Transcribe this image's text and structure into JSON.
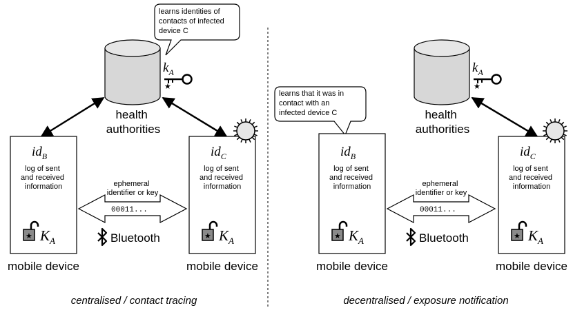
{
  "left": {
    "server_label_line1": "health",
    "server_label_line2": "authorities",
    "server_key_base": "k",
    "server_key_sub": "A",
    "callout_lines": [
      "learns identities of",
      "contacts of infected",
      "device C"
    ],
    "device_b": {
      "id_base": "id",
      "id_sub": "B",
      "log_lines": [
        "log of sent",
        "and received",
        "information"
      ],
      "key_base": "K",
      "key_sub": "A",
      "label": "mobile device"
    },
    "device_c": {
      "id_base": "id",
      "id_sub": "C",
      "log_lines": [
        "log of sent",
        "and received",
        "information"
      ],
      "key_base": "K",
      "key_sub": "A",
      "label": "mobile device"
    },
    "exchange_lines": [
      "ephemeral",
      "identifier or key"
    ],
    "exchange_code": "00011...",
    "bluetooth": "Bluetooth",
    "caption": "centralised / contact tracing"
  },
  "right": {
    "server_label_line1": "health",
    "server_label_line2": "authorities",
    "server_key_base": "k",
    "server_key_sub": "A",
    "callout_lines": [
      "learns that it was in",
      "contact with an",
      "infected device C"
    ],
    "device_b": {
      "id_base": "id",
      "id_sub": "B",
      "log_lines": [
        "log of sent",
        "and received",
        "information"
      ],
      "key_base": "K",
      "key_sub": "A",
      "label": "mobile device"
    },
    "device_c": {
      "id_base": "id",
      "id_sub": "C",
      "log_lines": [
        "log of sent",
        "and received",
        "information"
      ],
      "key_base": "K",
      "key_sub": "A",
      "label": "mobile device"
    },
    "exchange_lines": [
      "ephemeral",
      "identifier or key"
    ],
    "exchange_code": "00011...",
    "bluetooth": "Bluetooth",
    "caption": "decentralised / exposure  notification"
  }
}
